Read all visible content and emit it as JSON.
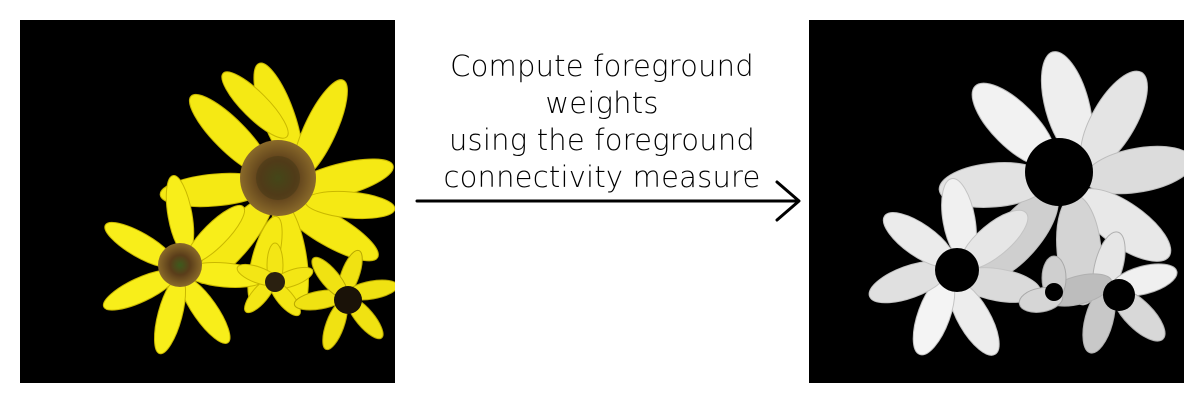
{
  "caption": {
    "line1": "Compute foreground weights",
    "line2": "using the foreground",
    "line3": "connectivity measure"
  },
  "colors": {
    "background": "#ffffff",
    "panel_background": "#000000",
    "petal_yellow": "#f4ea12",
    "flower_center": "#6b4a22",
    "weight_light": "#f2f2f2",
    "weight_mid": "#d0d0d0",
    "text": "#000000"
  },
  "icons": {
    "arrow": "right-arrow-icon"
  }
}
